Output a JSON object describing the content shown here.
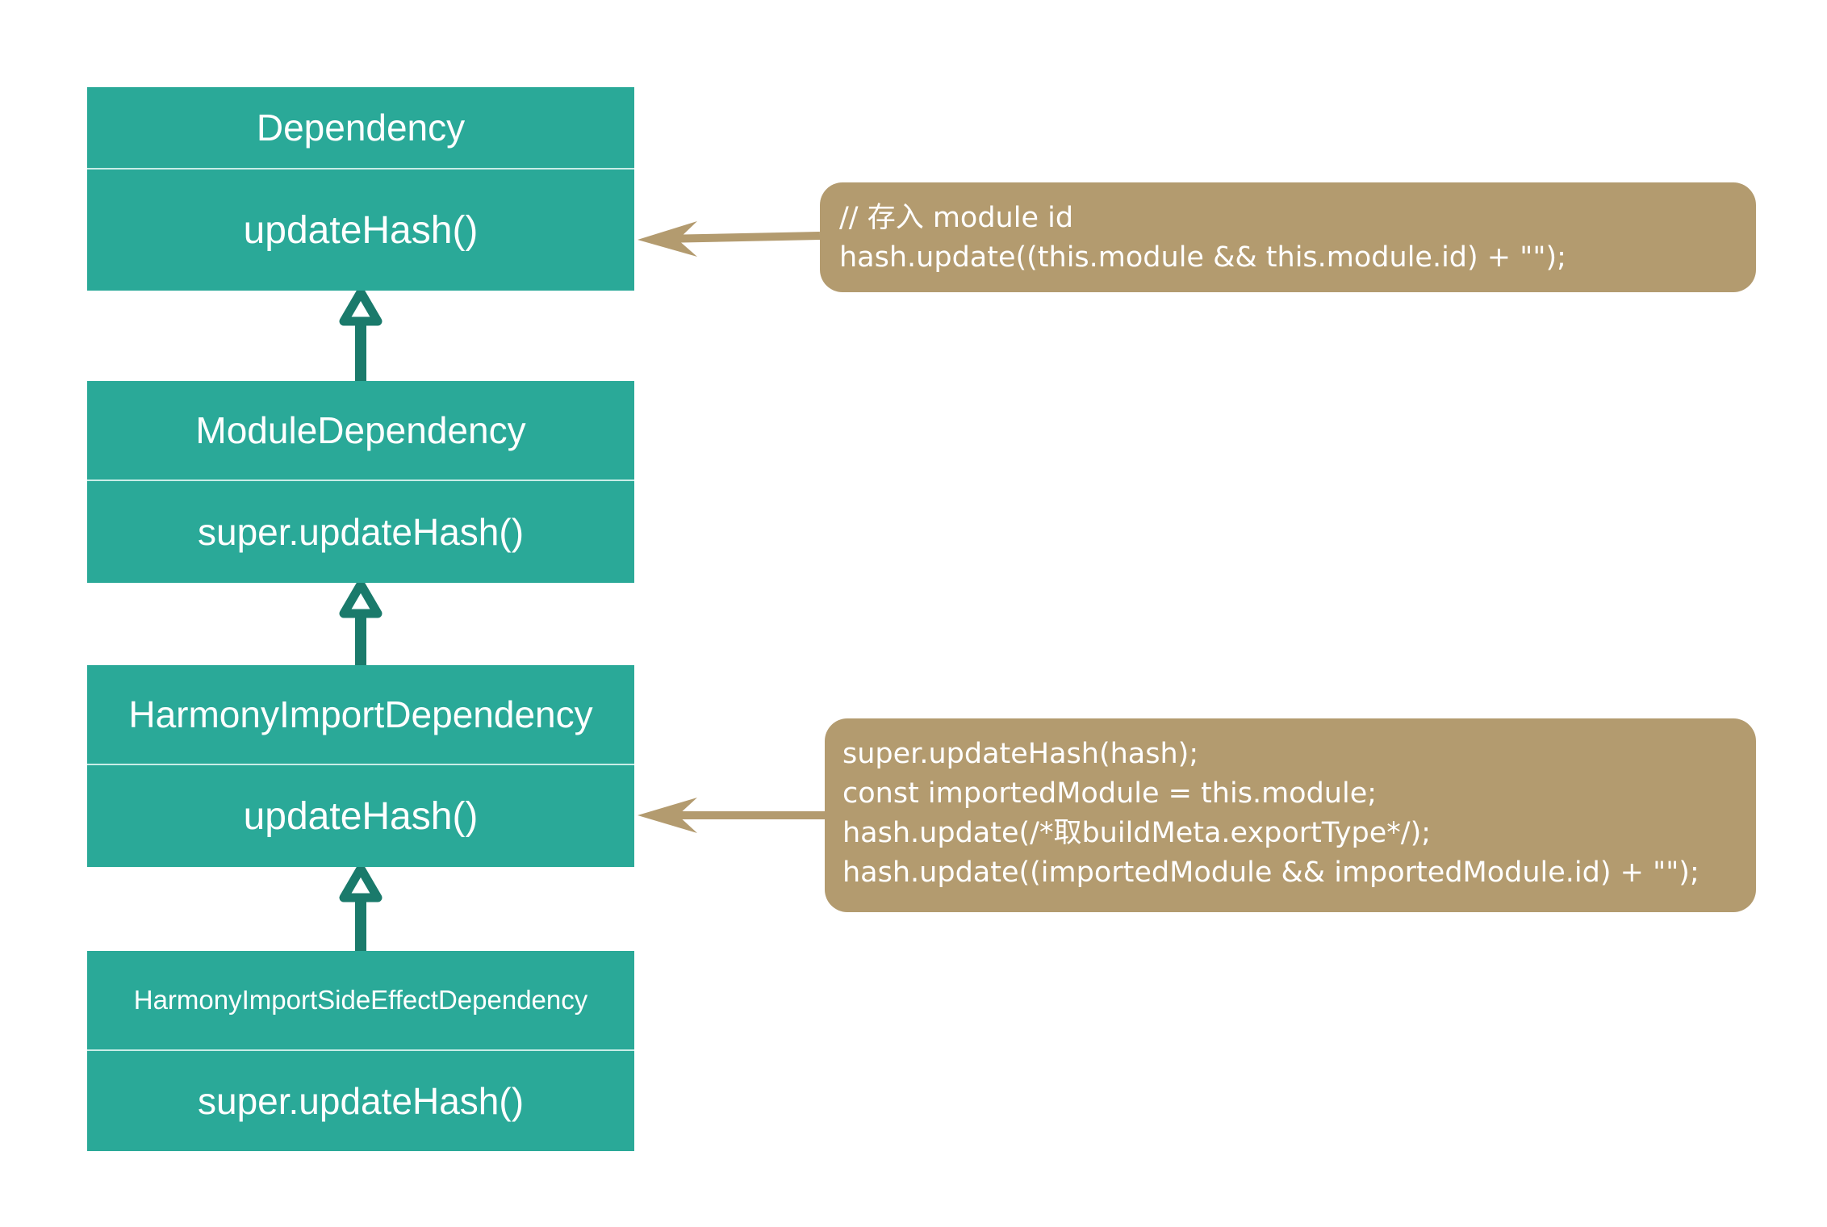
{
  "classes": [
    {
      "name": "Dependency",
      "method": "updateHash()"
    },
    {
      "name": "ModuleDependency",
      "method": "super.updateHash()"
    },
    {
      "name": "HarmonyImportDependency",
      "method": "updateHash()"
    },
    {
      "name": "HarmonyImportSideEffectDependency",
      "method": "super.updateHash()"
    }
  ],
  "notes": [
    {
      "lines": [
        "// 存入 module id",
        "hash.update((this.module && this.module.id) + \"\");"
      ]
    },
    {
      "lines": [
        "super.updateHash(hash);",
        "const importedModule = this.module;",
        "hash.update(/*取buildMeta.exportType*/);",
        "hash.update((importedModule && importedModule.id) + \"\");"
      ]
    }
  ],
  "colors": {
    "class_fill": "#2aa998",
    "inheritance_arrow": "#1a7a6b",
    "note_fill": "#b39b6f"
  }
}
